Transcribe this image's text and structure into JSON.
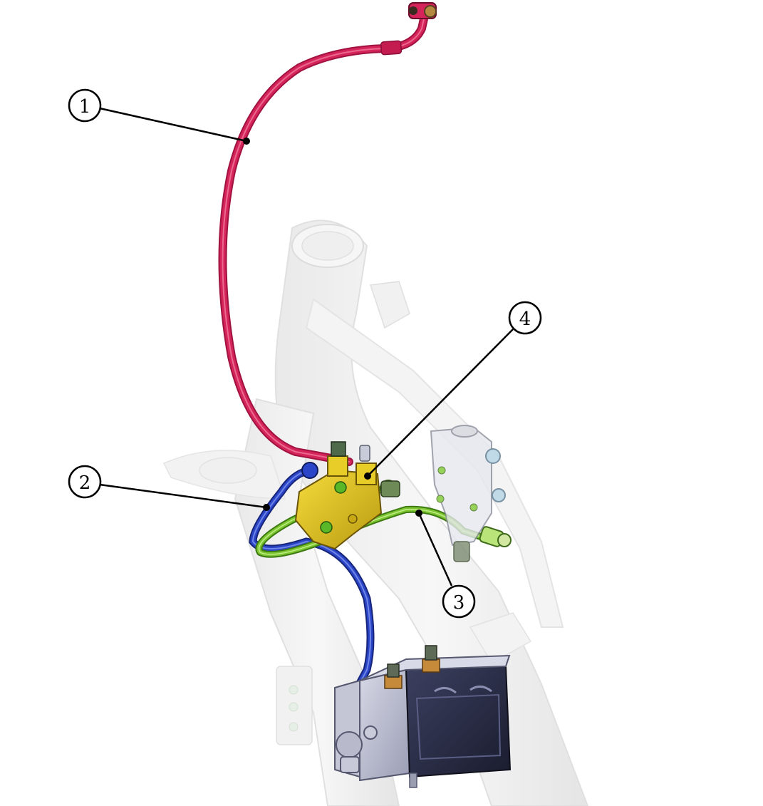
{
  "callouts": [
    {
      "id": "1",
      "label": "1"
    },
    {
      "id": "2",
      "label": "2"
    },
    {
      "id": "3",
      "label": "3"
    },
    {
      "id": "4",
      "label": "4"
    }
  ],
  "colors": {
    "line_1": "#d4245a",
    "line_2": "#2a45c8",
    "line_3": "#7cc631",
    "fitting_4": "#e3c21a",
    "frame": "#e3e3e3",
    "abs_body": "#b9bcd0",
    "abs_cover": "#2b2e45"
  }
}
